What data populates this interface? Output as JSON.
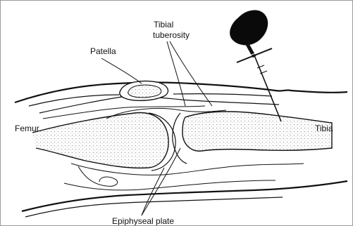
{
  "labels": {
    "patella": "Patella",
    "tibial_tuberosity_line1": "Tibial",
    "tibial_tuberosity_line2": "tuberosity",
    "femur": "Femur",
    "tibia": "Tibia",
    "epiphyseal_plate": "Epiphyseal plate"
  },
  "colors": {
    "line": "#111111",
    "stipple": "#b9b9b9",
    "needle_cap": "#0a0a0a",
    "background": "#ffffff"
  }
}
